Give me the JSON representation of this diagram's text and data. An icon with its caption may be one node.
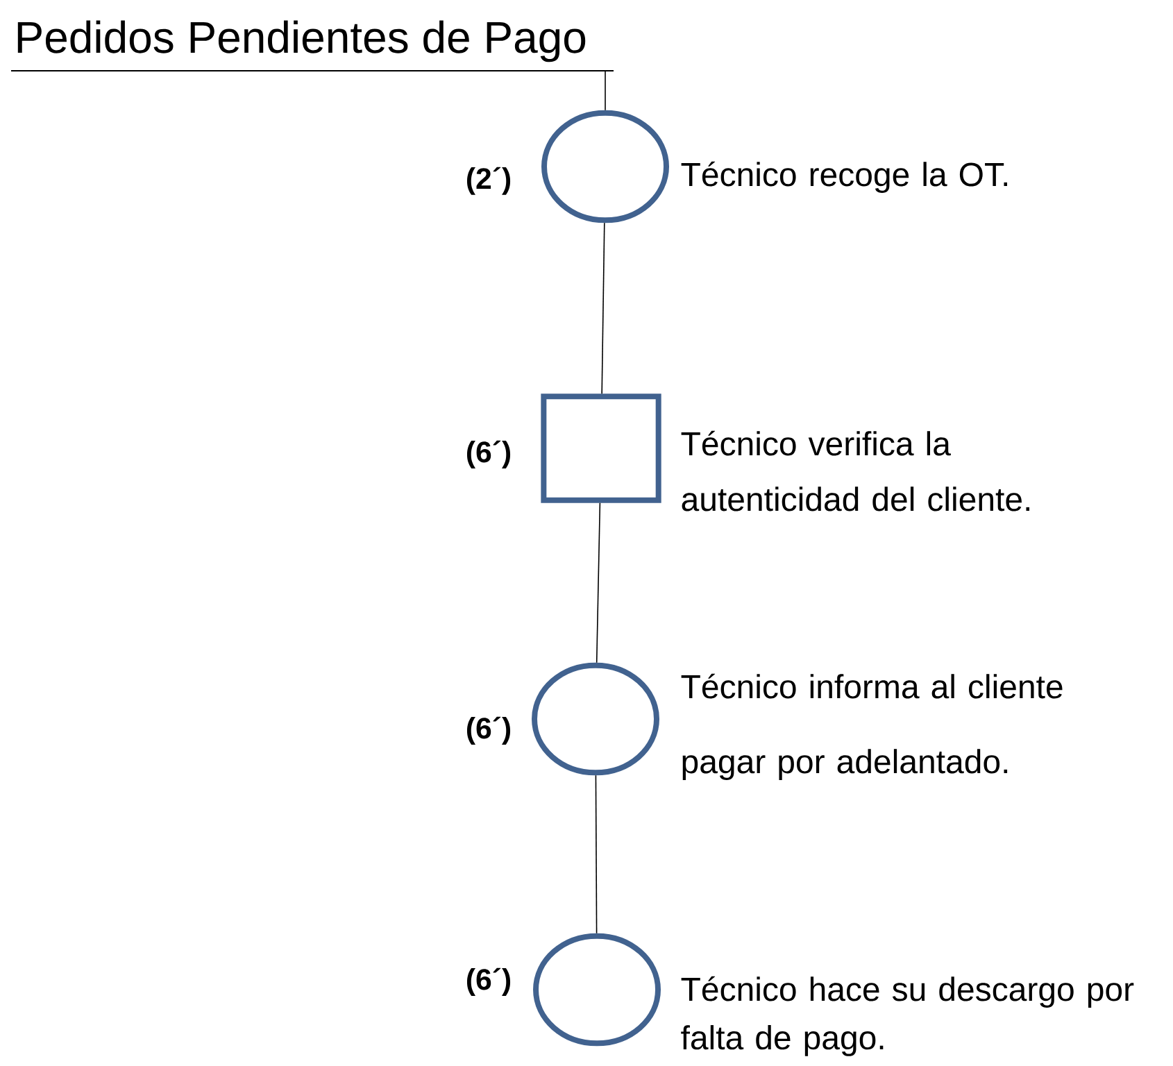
{
  "diagram": {
    "title": "Pedidos Pendientes de Pago",
    "nodes": [
      {
        "text": [],
        "shape": "circle",
        "beside": [
          "(2´)",
          "Técnico recoge la OT."
        ]
      },
      {
        "text": [],
        "shape": "box",
        "beside": [
          "(6´)",
          "Técnico verifica la autenticidad del cliente."
        ]
      },
      {
        "text": [],
        "shape": "circle",
        "beside": [
          "(6´)",
          "Técnico informa al cliente pagar por adelantado."
        ]
      },
      {
        "text": [],
        "shape": "circle",
        "beside": [
          "(6´)",
          "Técnico hace su descargo por falta de pago."
        ]
      }
    ],
    "edges": [
      {
        "from": null,
        "to": 0,
        "arrow": "none"
      },
      {
        "from": 0,
        "to": 1,
        "arrow": "none"
      },
      {
        "from": 1,
        "to": 2,
        "arrow": "none"
      },
      {
        "from": 2,
        "to": 3,
        "arrow": "none"
      }
    ]
  }
}
